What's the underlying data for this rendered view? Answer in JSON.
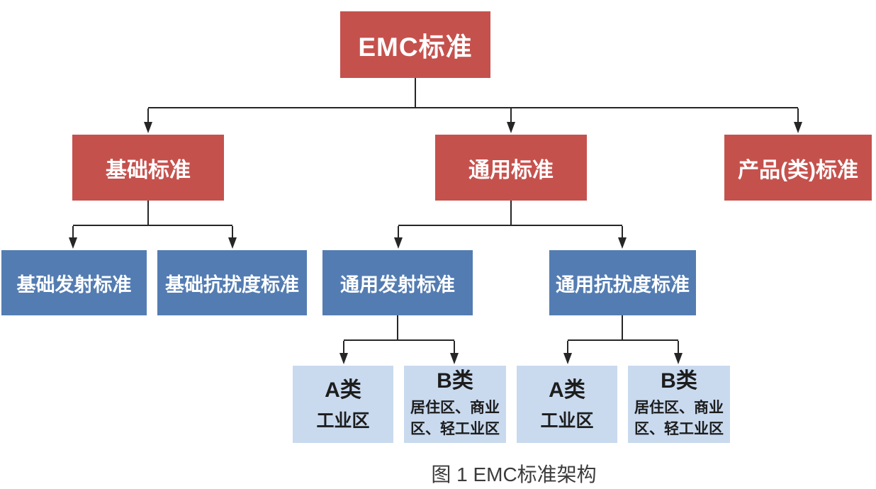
{
  "diagram": {
    "caption": "图 1  EMC标准架构",
    "colors": {
      "node_red": "#C5514D",
      "node_blue": "#537CB2",
      "node_light_blue": "#C9DAEF",
      "connector": "#262626",
      "text_on_color": "#FFFFFF",
      "text_dark": "#1D1D1D",
      "caption_text": "#3B3B3B",
      "background": "#FFFFFF"
    },
    "nodes": {
      "root": {
        "label": "EMC标准"
      },
      "basic": {
        "label": "基础标准"
      },
      "generic": {
        "label": "通用标准"
      },
      "product": {
        "label": "产品(类)标准"
      },
      "basic_emission": {
        "label": "基础发射标准"
      },
      "basic_immunity": {
        "label": "基础抗扰度标准"
      },
      "generic_emission": {
        "label": "通用发射标准"
      },
      "generic_immunity": {
        "label": "通用抗扰度标准"
      },
      "ge_class_a": {
        "title": "A类",
        "desc": "工业区"
      },
      "ge_class_b": {
        "title": "B类",
        "desc": "居住区、商业区、轻工业区"
      },
      "gi_class_a": {
        "title": "A类",
        "desc": "工业区"
      },
      "gi_class_b": {
        "title": "B类",
        "desc": "居住区、商业区、轻工业区"
      }
    },
    "edges": [
      "EMC标准 -> 基础标准",
      "EMC标准 -> 通用标准",
      "EMC标准 -> 产品(类)标准",
      "基础标准 -> 基础发射标准",
      "基础标准 -> 基础抗扰度标准",
      "通用标准 -> 通用发射标准",
      "通用标准 -> 通用抗扰度标准",
      "通用发射标准 -> A类 工业区",
      "通用发射标准 -> B类 居住区、商业区、轻工业区",
      "通用抗扰度标准 -> A类 工业区",
      "通用抗扰度标准 -> B类 居住区、商业区、轻工业区"
    ]
  }
}
